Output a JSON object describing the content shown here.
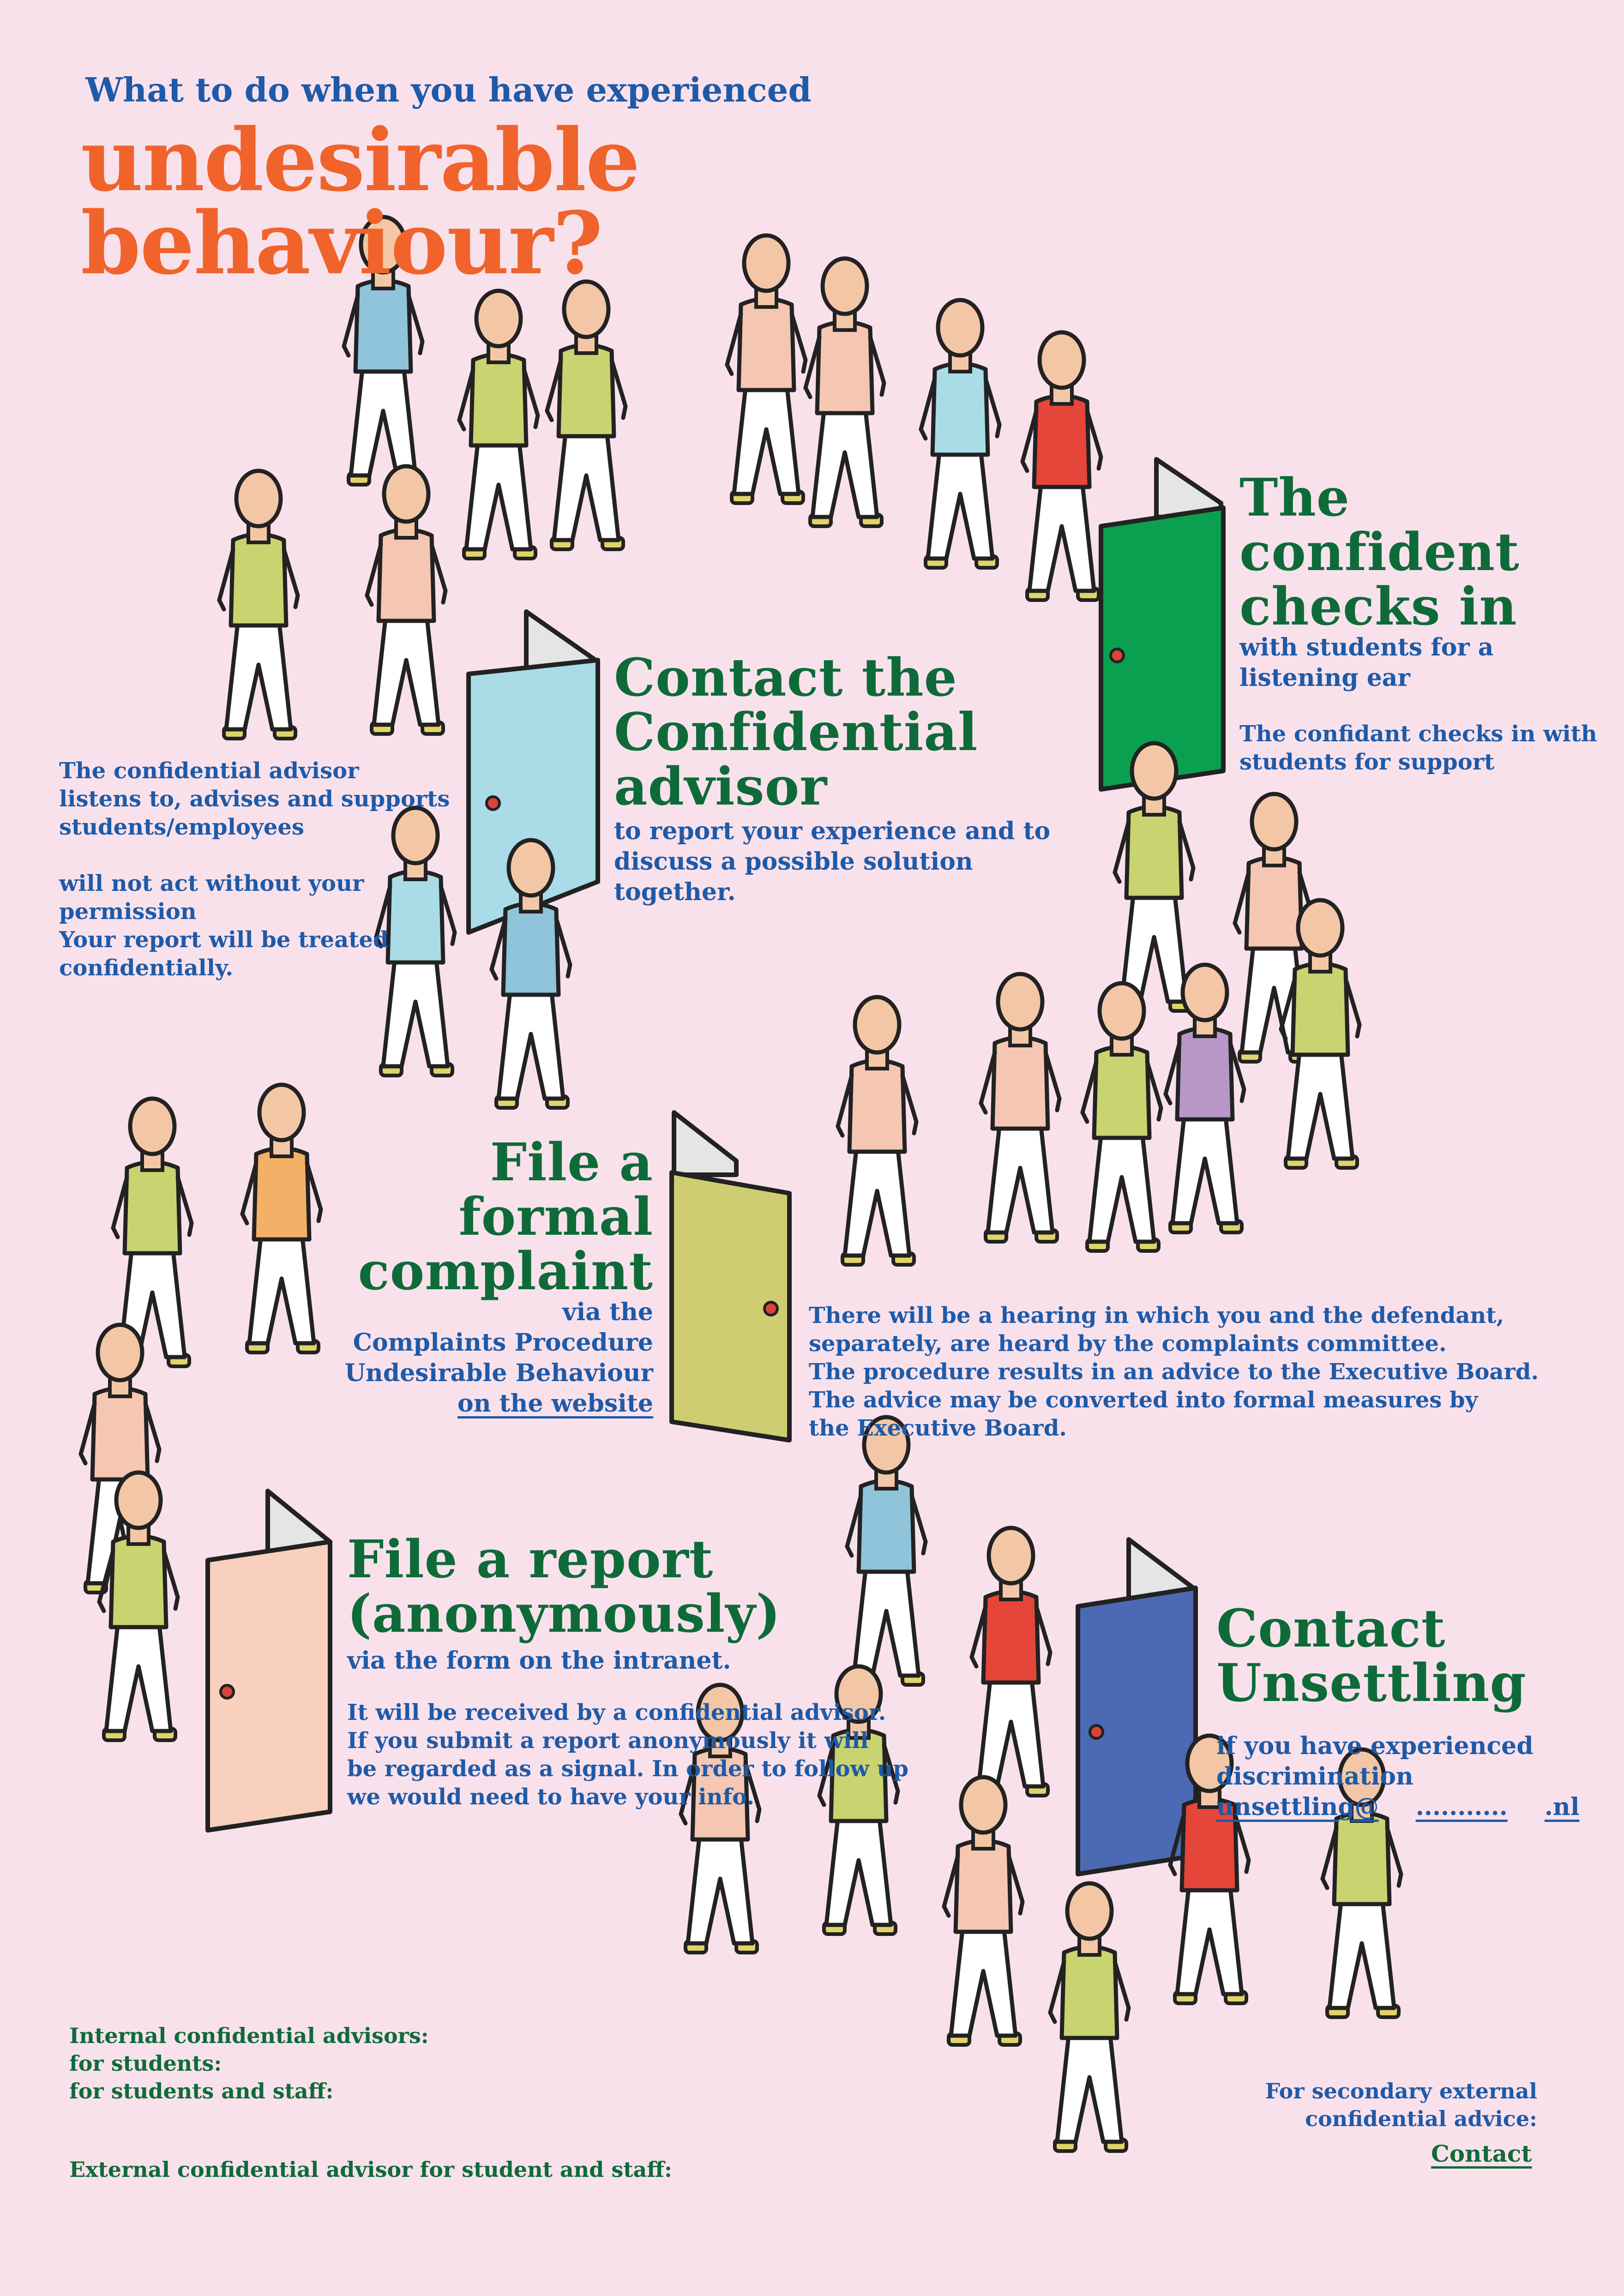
{
  "title": {
    "intro": "What to do when you have experienced",
    "line1": "undesirable",
    "line2": "behaviour?"
  },
  "colors": {
    "background": "#f9e1ec",
    "title_orange": "#f0632b",
    "heading_green": "#0e6b39",
    "body_blue": "#1e5aa8",
    "door_light_blue": "#a9dce6",
    "door_green": "#0ba04f",
    "door_olive": "#cfcd72",
    "door_peach": "#f9cfbe",
    "door_royal_blue": "#4c69b3",
    "door_knob": "#d9453a"
  },
  "confidant": {
    "heading": [
      "The",
      "confident",
      "checks in"
    ],
    "sub": [
      "with students for a",
      "listening ear"
    ],
    "body": [
      "The confidant checks in with",
      "students for support"
    ]
  },
  "contact_advisor": {
    "heading": [
      "Contact the",
      "Confidential",
      "advisor"
    ],
    "sub": [
      "to report your experience and to",
      "discuss a possible solution",
      "together."
    ],
    "side": [
      "The confidential advisor",
      "listens to, advises and supports",
      "students/employees",
      "",
      "will not act without your",
      "permission",
      "Your report will be treated",
      "confidentially."
    ]
  },
  "formal_complaint": {
    "heading": [
      "File a",
      "formal",
      "complaint"
    ],
    "sub": [
      "via the",
      "Complaints Procedure",
      "Undesirable Behaviour"
    ],
    "link": "on the website",
    "body": [
      "There will be a hearing in which you and the defendant,",
      "separately, are heard by the complaints committee.",
      "The procedure results in an advice to the Executive Board.",
      "The advice may be converted into formal measures by",
      "the Executive Board."
    ]
  },
  "file_report": {
    "heading": [
      "File a report",
      "(anonymously)"
    ],
    "sub": "via the form on the intranet.",
    "body": [
      "It will be received by a confidential advisor.",
      "If you submit a report anonymously it will",
      "be regarded as a signal. In order to follow up",
      "we would need to have your info."
    ]
  },
  "unsettling": {
    "heading": [
      "Contact",
      "Unsettling"
    ],
    "sub": [
      "if you have experienced",
      "discrimination"
    ],
    "email_prefix": "unsettling@",
    "email_dots": "...........",
    "email_suffix": ".nl"
  },
  "footer": {
    "internal": [
      "Internal confidential advisors:",
      "for students:",
      "for students and staff:"
    ],
    "external": "External confidential advisor for student and staff:",
    "secondary": [
      "For secondary external",
      "confidential advice:"
    ],
    "contact_link": "Contact"
  }
}
